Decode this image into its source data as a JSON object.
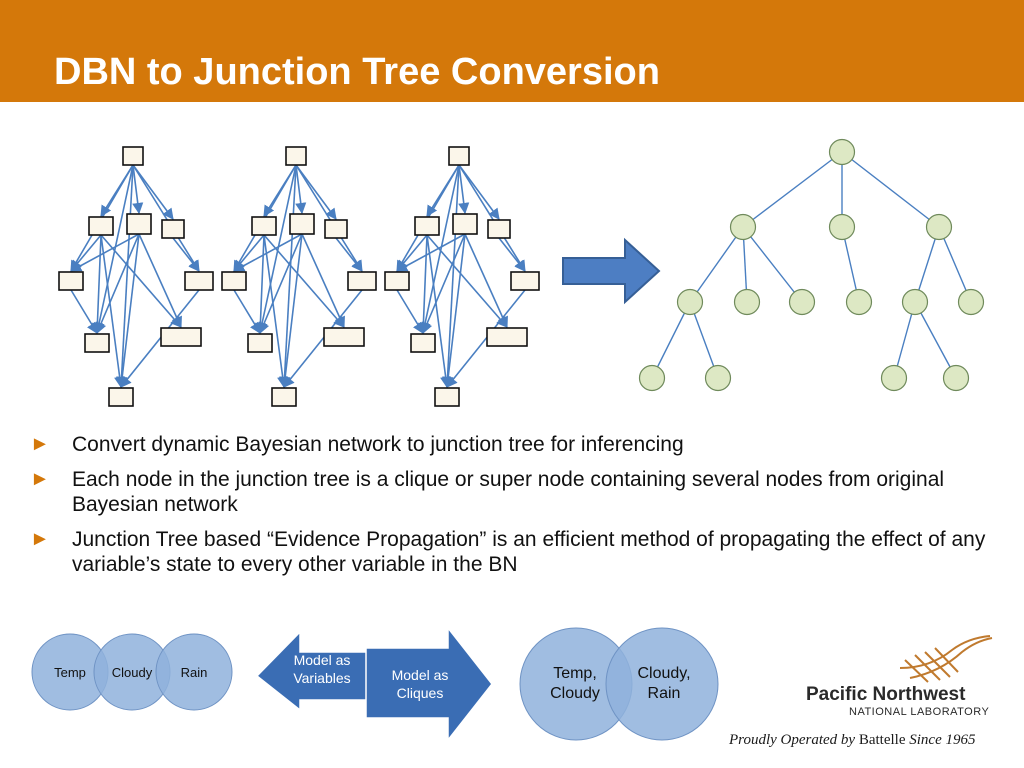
{
  "title": "DBN to Junction Tree Conversion",
  "bullets": [
    "Convert dynamic Bayesian network to junction tree for inferencing",
    "Each node in the junction tree is a clique or super node containing several nodes from original Bayesian network",
    "Junction Tree based “Evidence Propagation” is an efficient method of propagating the effect of any variable’s state to every other variable in the BN"
  ],
  "venn_variables": {
    "left": "Temp",
    "middle": "Cloudy",
    "right": "Rain"
  },
  "arrow_labels": {
    "variables": "Model as Variables",
    "cliques": "Model as Cliques"
  },
  "venn_cliques": {
    "left": "Temp, Cloudy",
    "right": "Cloudy, Rain"
  },
  "logo": {
    "name": "Pacific Northwest",
    "sub": "NATIONAL LABORATORY"
  },
  "tagline": {
    "prefix": "Proudly Operated by",
    "brand": "Battelle",
    "suffix": "Since 1965"
  },
  "colors": {
    "header": "#d4780a",
    "tree_node": "#dde8c4",
    "edge": "#4a7fc1",
    "venn": "#8fb1dc",
    "arrow": "#4d7ec3"
  }
}
